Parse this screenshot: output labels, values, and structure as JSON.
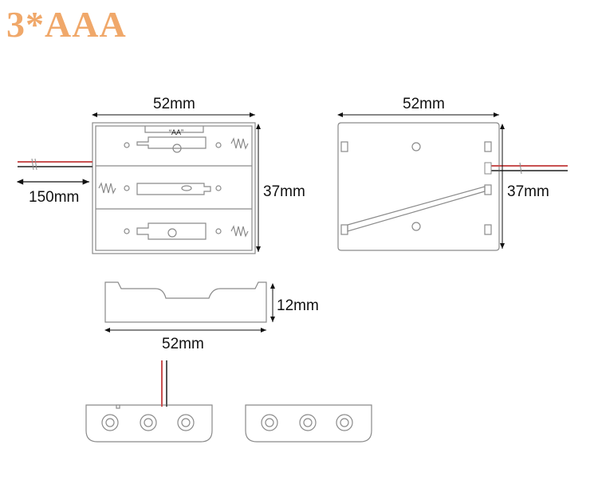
{
  "title": "3*AAA",
  "top_view": {
    "width_label": "52mm",
    "height_label": "37mm",
    "wire_label": "150mm",
    "battery_label": "“AA”"
  },
  "back_view": {
    "width_label": "52mm",
    "height_label": "37mm"
  },
  "side_view": {
    "height_label": "12mm",
    "width_label": "52mm"
  },
  "colors": {
    "title": "#f0a86a",
    "outline": "#8a8a8a",
    "wire_red": "#c85050"
  }
}
